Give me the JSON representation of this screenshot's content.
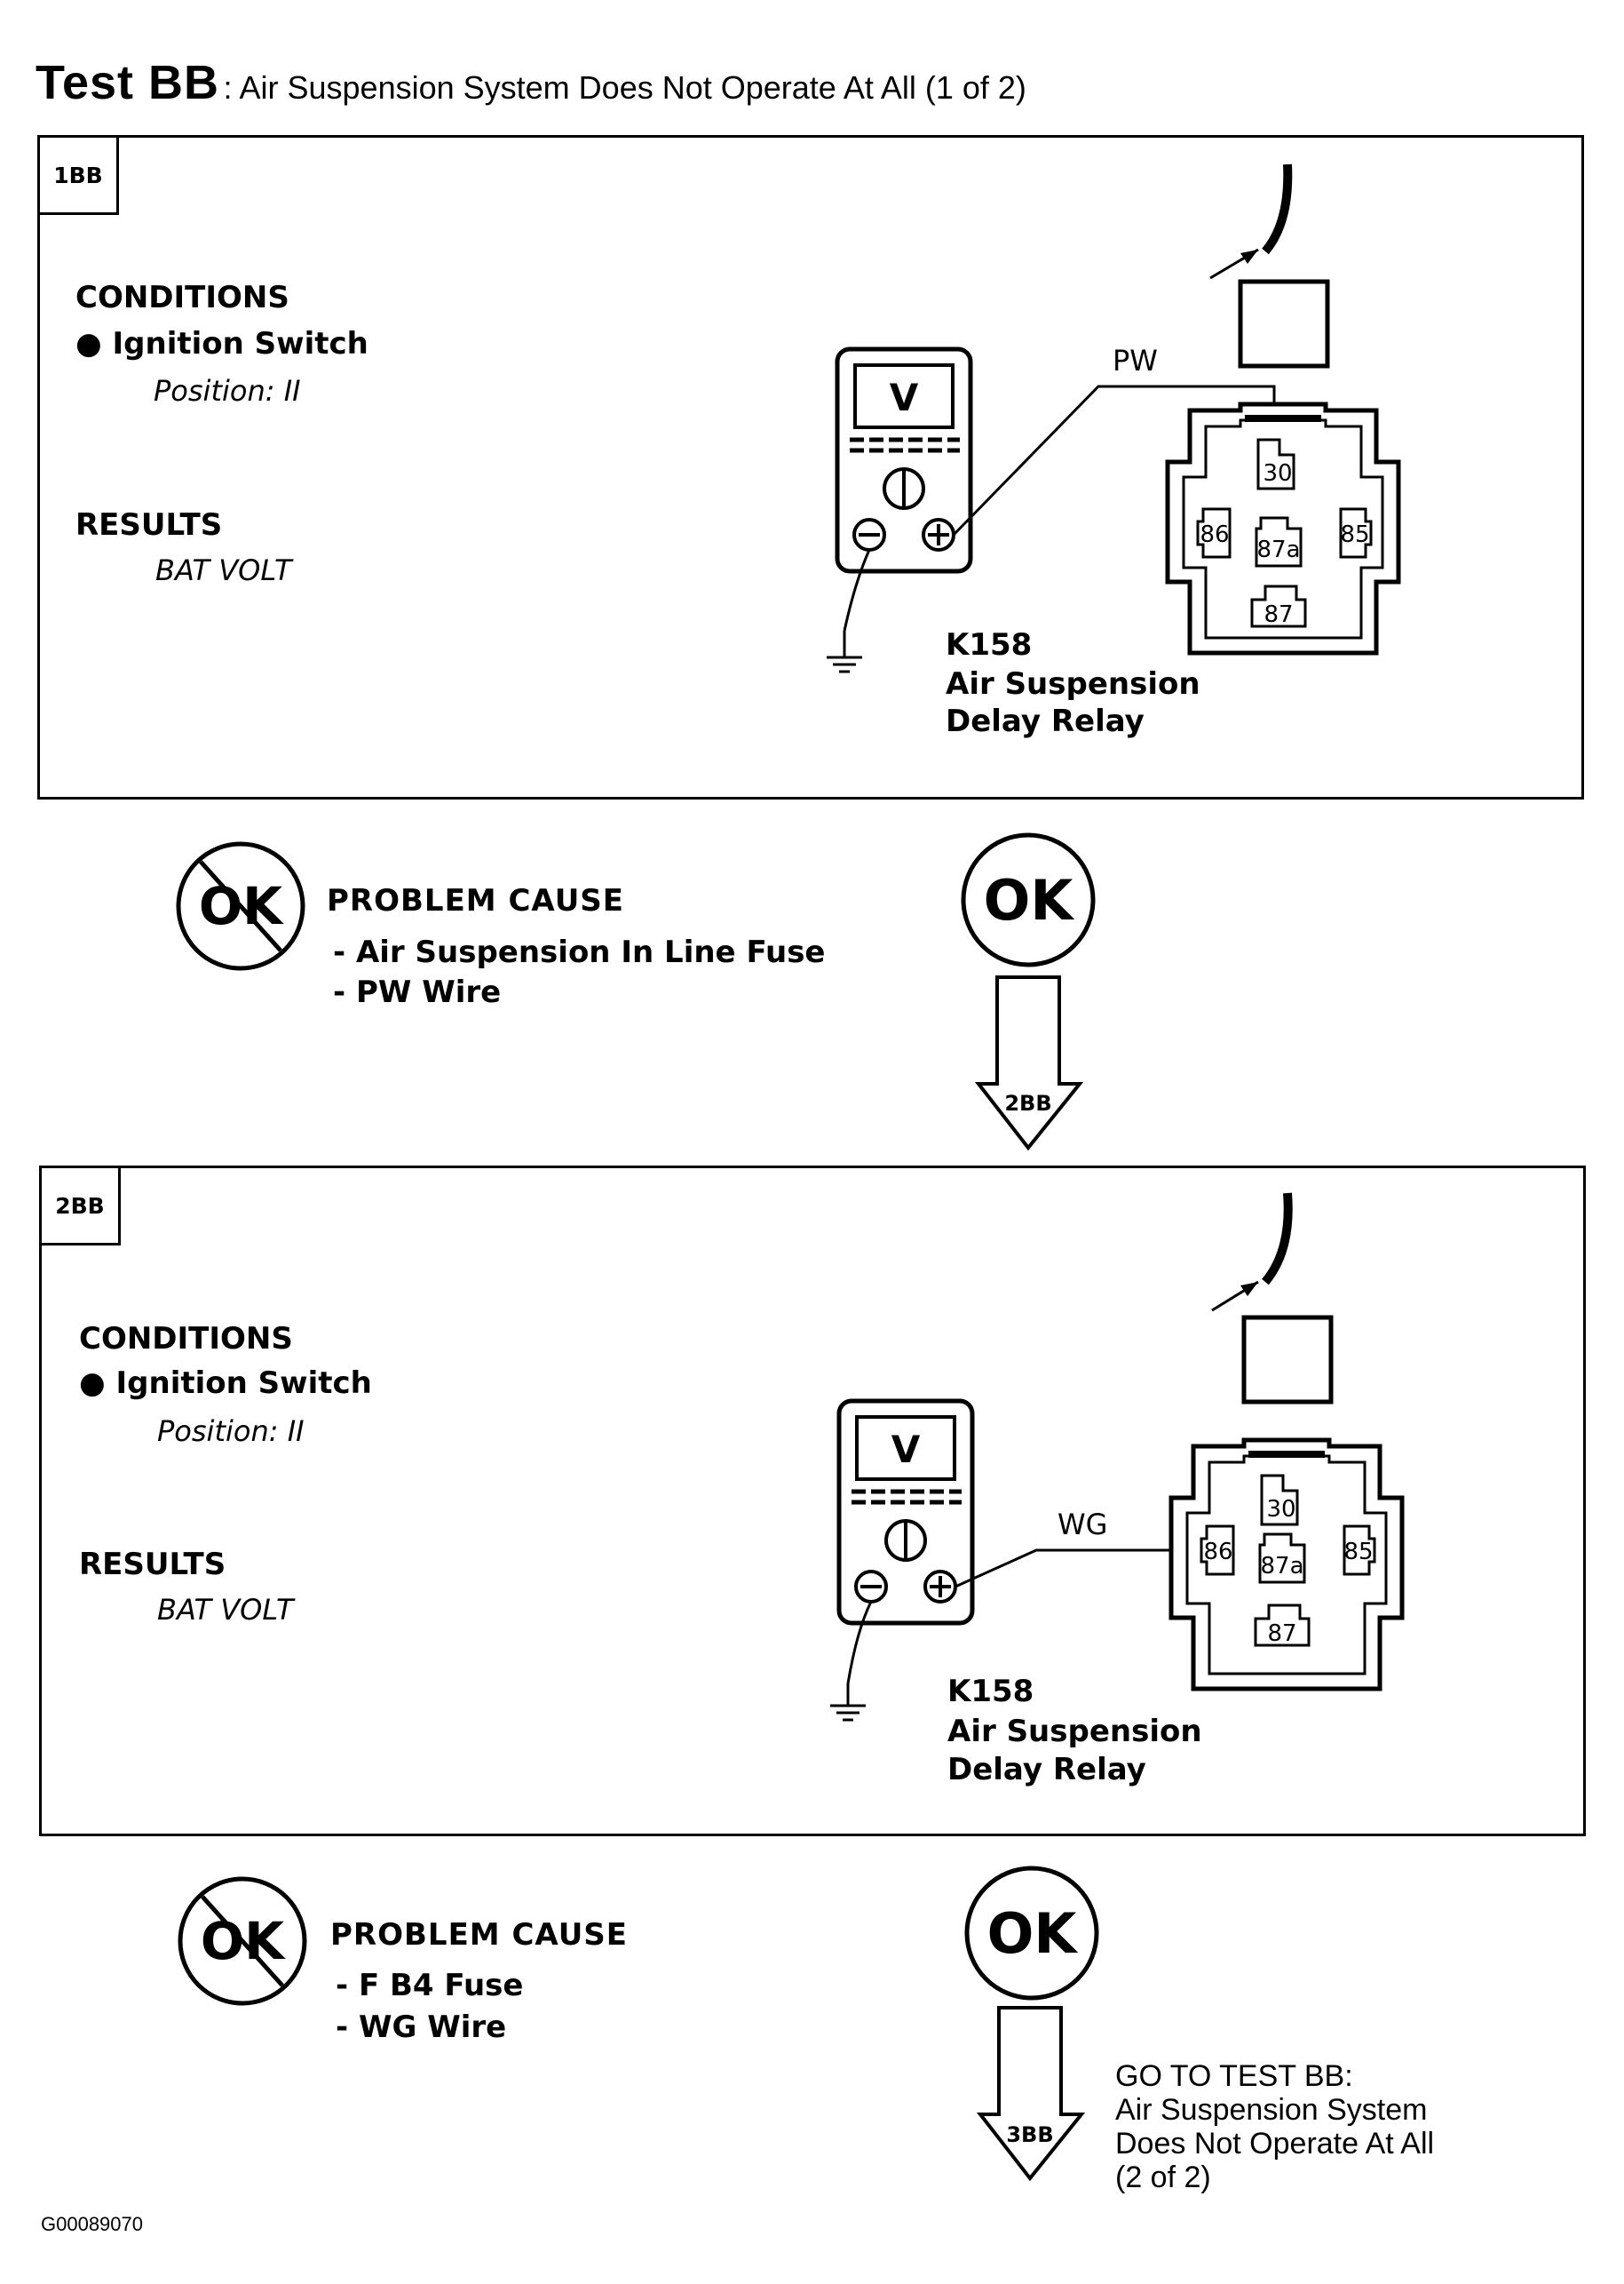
{
  "header": {
    "test_name": "Test BB",
    "title_rest": ": Air Suspension System Does Not Operate At All (1 of 2)"
  },
  "steps": [
    {
      "tag": "1BB",
      "conditions_heading": "CONDITIONS",
      "condition_item": "Ignition Switch",
      "condition_detail": "Position: II",
      "results_heading": "RESULTS",
      "results_value": "BAT VOLT",
      "meter_letter": "V",
      "wire_label": "PW",
      "component_code": "K158",
      "component_name_1": "Air Suspension",
      "component_name_2": "Delay Relay",
      "pins": [
        "30",
        "86",
        "87a",
        "85",
        "87"
      ],
      "not_ok_label": "OK",
      "ok_label": "OK",
      "problem_heading": "PROBLEM CAUSE",
      "problem_items": [
        "- Air Suspension In Line Fuse",
        "- PW Wire"
      ],
      "next_step": "2BB"
    },
    {
      "tag": "2BB",
      "conditions_heading": "CONDITIONS",
      "condition_item": "Ignition Switch",
      "condition_detail": "Position: II",
      "results_heading": "RESULTS",
      "results_value": "BAT VOLT",
      "meter_letter": "V",
      "wire_label": "WG",
      "component_code": "K158",
      "component_name_1": "Air Suspension",
      "component_name_2": "Delay Relay",
      "pins": [
        "30",
        "86",
        "87a",
        "85",
        "87"
      ],
      "not_ok_label": "OK",
      "ok_label": "OK",
      "problem_heading": "PROBLEM CAUSE",
      "problem_items": [
        "- F B4  Fuse",
        "- WG Wire"
      ],
      "next_step": "3BB"
    }
  ],
  "goto": {
    "lines": [
      "GO TO TEST BB:",
      "Air Suspension System",
      "Does Not Operate At All",
      "(2 of 2)"
    ]
  },
  "figure_code": "G00089070"
}
